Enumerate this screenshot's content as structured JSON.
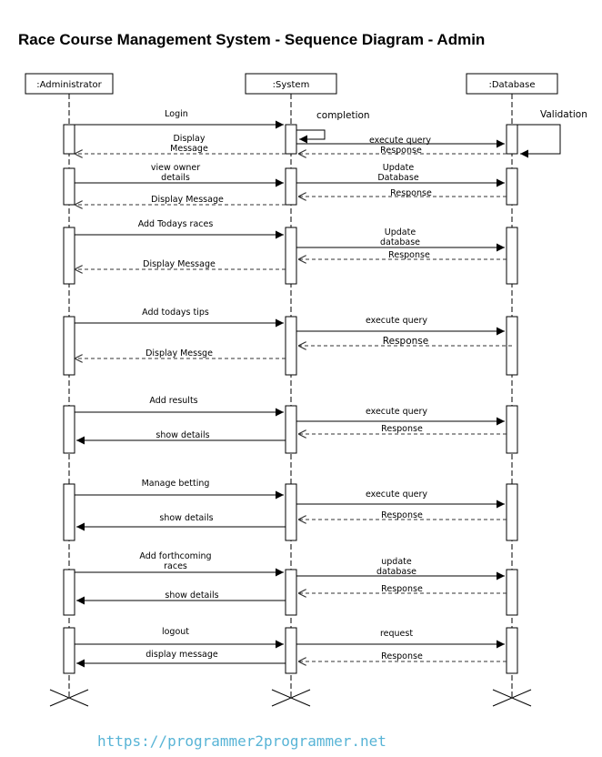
{
  "title": "Race Course Management System - Sequence Diagram - Admin",
  "footer": "https://programmer2programmer.net",
  "participants": [
    ":Administrator",
    ":System",
    ":Database"
  ],
  "self_messages": {
    "system": "completion",
    "database": "Validation"
  },
  "messages": {
    "m1": {
      "call": [
        "Login"
      ],
      "return": [
        "Display",
        "Message"
      ],
      "db_call": [
        "execute query"
      ],
      "db_return": [
        "Response"
      ]
    },
    "m2": {
      "call": [
        "view owner",
        "details"
      ],
      "return": [
        "Display Message"
      ],
      "db_call": [
        "Update",
        "Database"
      ],
      "db_return": [
        "Response"
      ]
    },
    "m3": {
      "call": [
        "Add Todays races"
      ],
      "return": [
        "Display Message"
      ],
      "db_call": [
        "Update",
        "database"
      ],
      "db_return": [
        "Response"
      ]
    },
    "m4": {
      "call": [
        "Add todays tips"
      ],
      "return": [
        "Display Messge"
      ],
      "db_call": [
        "execute query"
      ],
      "db_return": [
        "Response"
      ]
    },
    "m5": {
      "call": [
        "Add results"
      ],
      "return": [
        "show details"
      ],
      "db_call": [
        "execute query"
      ],
      "db_return": [
        "Response"
      ]
    },
    "m6": {
      "call": [
        "Manage betting"
      ],
      "return": [
        "show details"
      ],
      "db_call": [
        "execute query"
      ],
      "db_return": [
        "Response"
      ]
    },
    "m7": {
      "call": [
        "Add forthcoming",
        "races"
      ],
      "return": [
        "show details"
      ],
      "db_call": [
        "update",
        "database"
      ],
      "db_return": [
        "Response"
      ]
    },
    "m8": {
      "call": [
        "logout"
      ],
      "return": [
        "display message"
      ],
      "db_call": [
        "request"
      ],
      "db_return": [
        "Response"
      ]
    }
  }
}
